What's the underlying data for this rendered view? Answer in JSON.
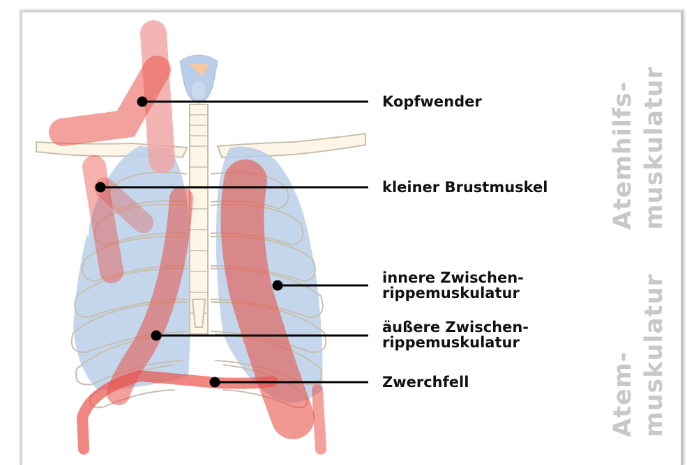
{
  "labels": {
    "kopfwender": "Kopfwender",
    "brustmuskel": "kleiner Brustmuskel",
    "innere_1": "innere Zwischen-",
    "innere_2": "rippemuskulatur",
    "aeussere_1": "äußere Zwischen-",
    "aeussere_2": "rippemuskulatur",
    "zwerchfell": "Zwerchfell"
  },
  "side_labels": {
    "atemhilfs_1": "Atemhilfs-",
    "atemhilfs_2": "muskulatur",
    "atem_1": "Atem-",
    "atem_2": "muskulatur"
  },
  "colors": {
    "bone": "#fdf6e7",
    "bone_outline": "#c8bfae",
    "lung": "#b9cfe9",
    "muscle": "#e8534a",
    "leader_line": "#000000",
    "side_text": "#c8c8c8"
  }
}
